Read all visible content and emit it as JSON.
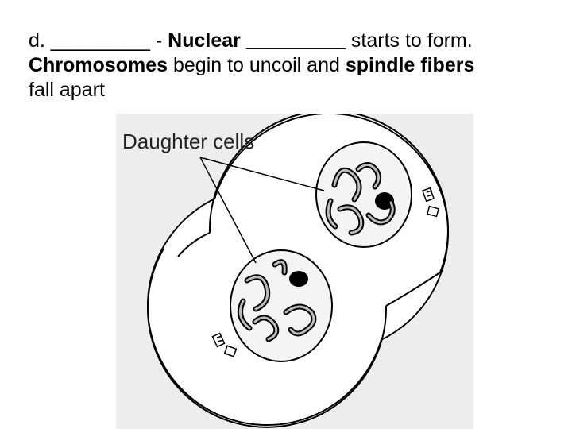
{
  "slide": {
    "line1": {
      "prefix": "d. _________ - ",
      "bold": "Nuclear _________",
      "suffix": " starts to   form."
    },
    "line2": {
      "bold1": "Chromosomes",
      "mid": " begin to uncoil and ",
      "bold2": "spindle fibers"
    },
    "line3": {
      "text": "fall apart"
    }
  },
  "figure": {
    "label": "Daughter cells"
  }
}
